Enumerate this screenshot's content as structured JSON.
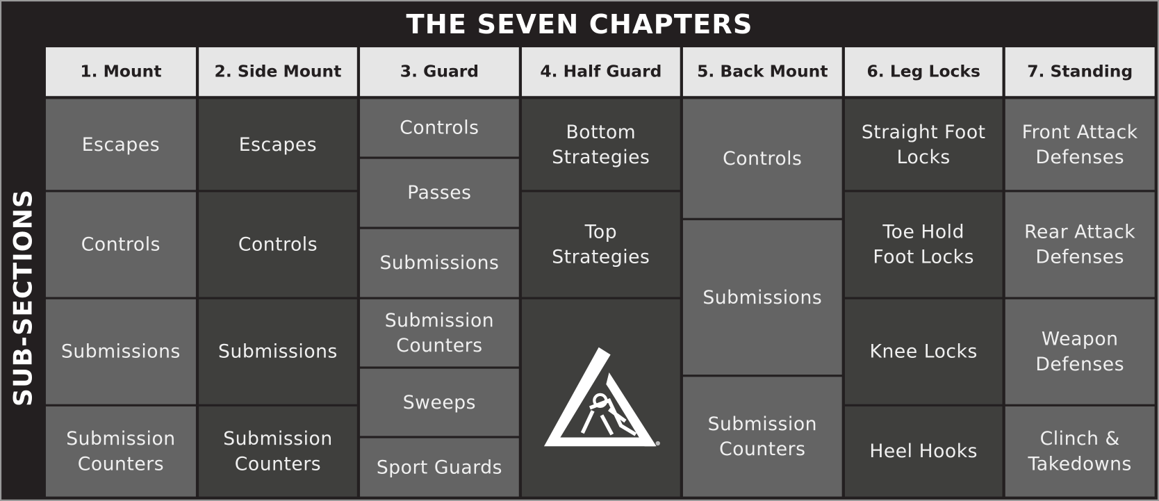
{
  "title": "THE SEVEN CHAPTERS",
  "side_label": "SUB-SECTIONS",
  "chapters": [
    {
      "header": "1. Mount",
      "cells": [
        "Escapes",
        "Controls",
        "Submissions",
        "Submission\nCounters"
      ]
    },
    {
      "header": "2. Side Mount",
      "cells": [
        "Escapes",
        "Controls",
        "Submissions",
        "Submission\nCounters"
      ]
    },
    {
      "header": "3. Guard",
      "cells": [
        "Controls",
        "Passes",
        "Submissions",
        "Submission\nCounters",
        "Sweeps",
        "Sport Guards"
      ]
    },
    {
      "header": "4. Half Guard",
      "cells": [
        "Bottom\nStrategies",
        "Top\nStrategies"
      ],
      "logo": "triangle-logo-icon"
    },
    {
      "header": "5. Back Mount",
      "cells": [
        "Controls",
        "Submissions",
        "Submission\nCounters"
      ]
    },
    {
      "header": "6. Leg Locks",
      "cells": [
        "Straight Foot\nLocks",
        "Toe Hold\nFoot Locks",
        "Knee Locks",
        "Heel Hooks"
      ]
    },
    {
      "header": "7. Standing",
      "cells": [
        "Front Attack\nDefenses",
        "Rear Attack\nDefenses",
        "Weapon\nDefenses",
        "Clinch &\nTakedowns"
      ]
    }
  ]
}
